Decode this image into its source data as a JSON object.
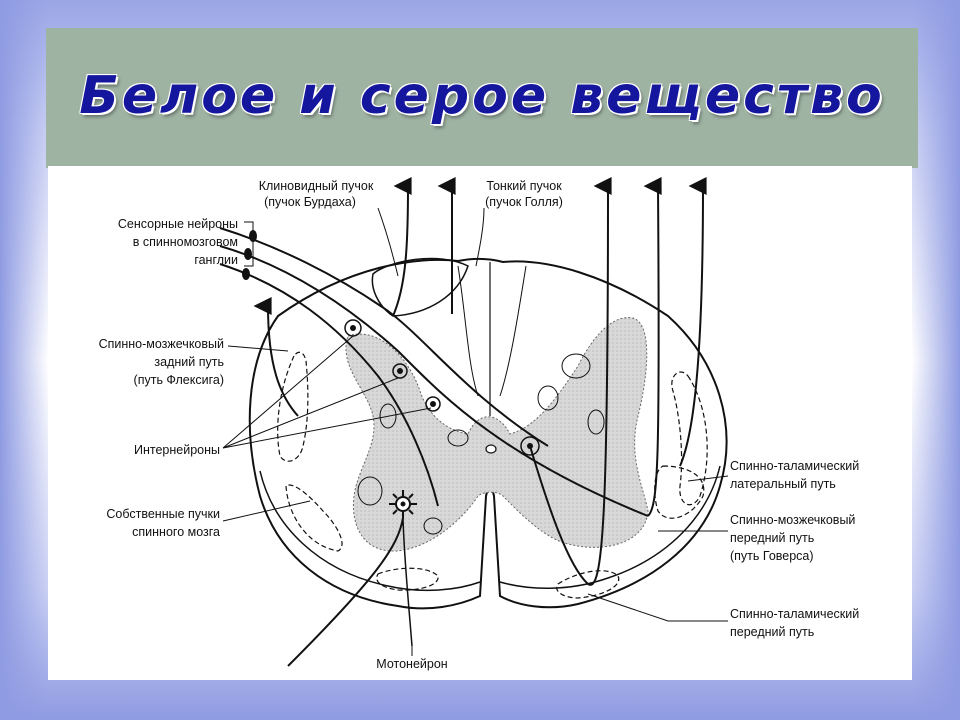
{
  "slide": {
    "title": "Белое и серое вещество"
  },
  "diagram": {
    "labels": {
      "sensory_neurons_1": "Сенсорные нейроны",
      "sensory_neurons_2": "в спинномозговом",
      "sensory_neurons_3": "ганглии",
      "cuneate_1": "Клиновидный пучок",
      "cuneate_2": "(пучок Бурдаха)",
      "gracile_1": "Тонкий пучок",
      "gracile_2": "(пучок Голля)",
      "posterior_spinocerebellar_1": "Спинно-мозжечковый",
      "posterior_spinocerebellar_2": "задний путь",
      "posterior_spinocerebellar_3": "(путь Флексига)",
      "interneurons": "Интернейроны",
      "proper_fasciculi_1": "Собственные пучки",
      "proper_fasciculi_2": "спинного мозга",
      "motoneuron": "Мотонейрон",
      "lateral_spinothalamic_1": "Спинно-таламический",
      "lateral_spinothalamic_2": "латеральный путь",
      "anterior_spinocerebellar_1": "Спинно-мозжечковый",
      "anterior_spinocerebellar_2": "передний путь",
      "anterior_spinocerebellar_3": "(путь Говерса)",
      "anterior_spinothalamic_1": "Спинно-таламический",
      "anterior_spinothalamic_2": "передний путь"
    }
  }
}
